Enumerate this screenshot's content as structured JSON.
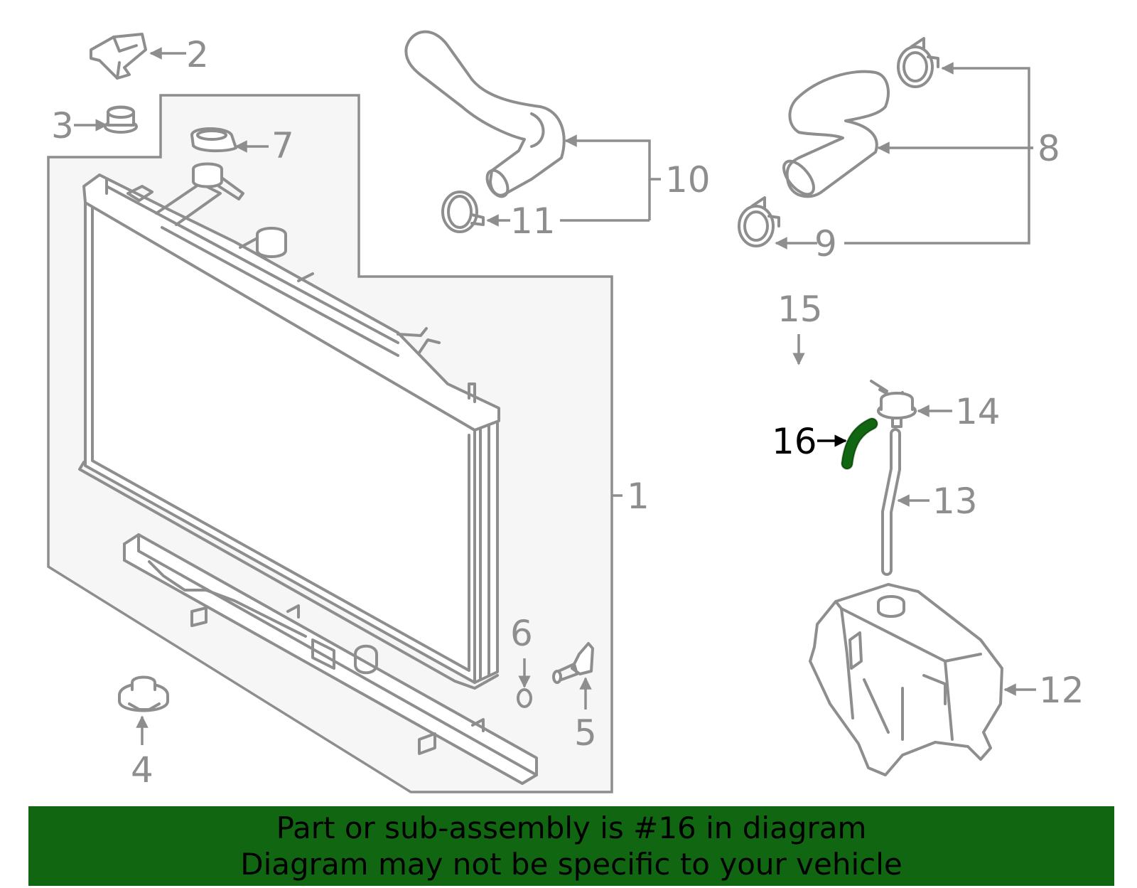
{
  "colors": {
    "highlight": "#116611",
    "banner": "#116611",
    "part_stroke": "#8e8e8e",
    "assembly_fill": "#f6f6f6"
  },
  "callouts": {
    "c1": "1",
    "c2": "2",
    "c3": "3",
    "c4": "4",
    "c5": "5",
    "c6": "6",
    "c7": "7",
    "c8": "8",
    "c9": "9",
    "c10": "10",
    "c11": "11",
    "c12": "12",
    "c13": "13",
    "c14": "14",
    "c15": "15",
    "c16": "16"
  },
  "highlighted_part": "16",
  "banner": {
    "line1": "Part or sub-assembly is #16 in diagram",
    "line2": "Diagram may not be specific to your vehicle"
  }
}
